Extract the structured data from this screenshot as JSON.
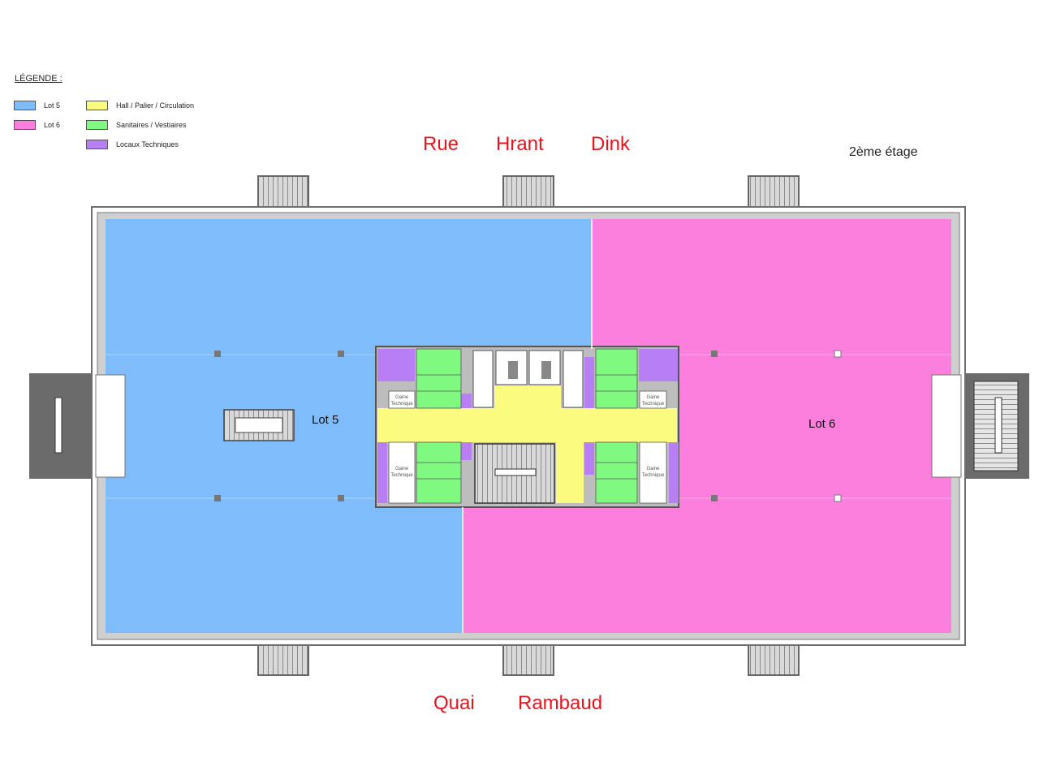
{
  "legend": {
    "title": "LÉGENDE :",
    "items": [
      {
        "label": "Lot 5",
        "color": "#7fbcfb"
      },
      {
        "label": "Lot 6",
        "color": "#fc7fdd"
      },
      {
        "label": "Hall / Palier / Circulation",
        "color": "#fbfb7f"
      },
      {
        "label": "Sanitaires / Vestiaires",
        "color": "#7ff97f"
      },
      {
        "label": "Locaux Techniques",
        "color": "#b87ff5"
      }
    ]
  },
  "streets": {
    "top": [
      "Rue",
      "Hrant",
      "Dink"
    ],
    "bottom": [
      "Quai",
      "Rambaud"
    ]
  },
  "floor_label": "2ème étage",
  "plan": {
    "lot5_label": "Lot 5",
    "lot6_label": "Lot 6",
    "gaine_label": "Gaine Technique"
  },
  "colors": {
    "lot5": "#7fbcfb",
    "lot6": "#fc7fdd",
    "hall": "#fbfb7f",
    "sanitaires": "#7ff97f",
    "technique": "#b87ff5",
    "street_text": "#e8141c",
    "wall": "#6e6e6e"
  }
}
